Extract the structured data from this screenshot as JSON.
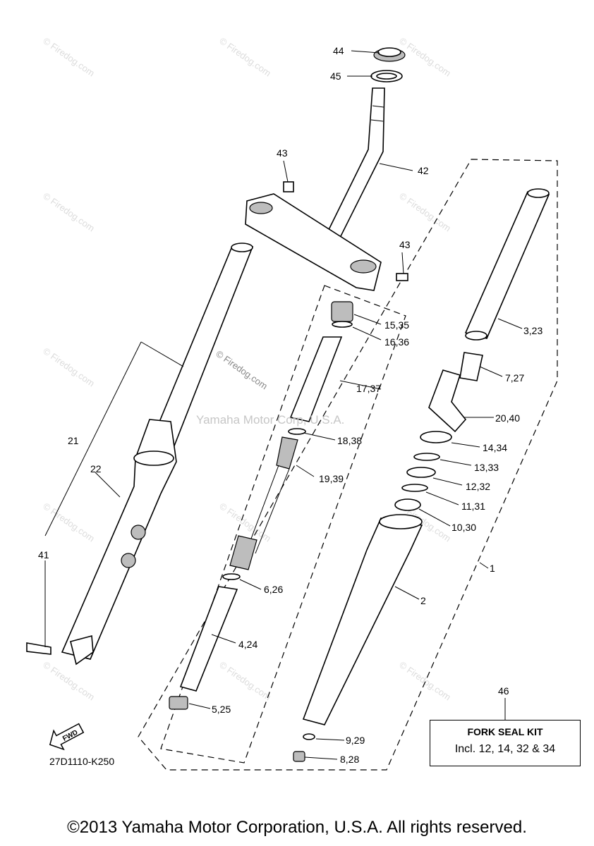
{
  "diagram": {
    "code": "27D1110-K250",
    "copyright": "©2013 Yamaha Motor Corporation, U.S.A. All rights reserved.",
    "watermark_center": "Yamaha Motor Corp, U.S.A.",
    "watermark_firedog": "© Firedog.com",
    "fwd_label": "FWD",
    "kit": {
      "number": "46",
      "title": "FORK SEAL KIT",
      "description": "Incl. 12, 14, 32 & 34"
    },
    "callouts": [
      "44",
      "45",
      "43",
      "42",
      "43",
      "15,35",
      "16,36",
      "3,23",
      "17,37",
      "7,27",
      "20,40",
      "21",
      "22",
      "18,38",
      "14,34",
      "13,33",
      "19,39",
      "12,32",
      "11,31",
      "10,30",
      "41",
      "1",
      "6,26",
      "2",
      "4,24",
      "5,25",
      "9,29",
      "8,28"
    ]
  }
}
